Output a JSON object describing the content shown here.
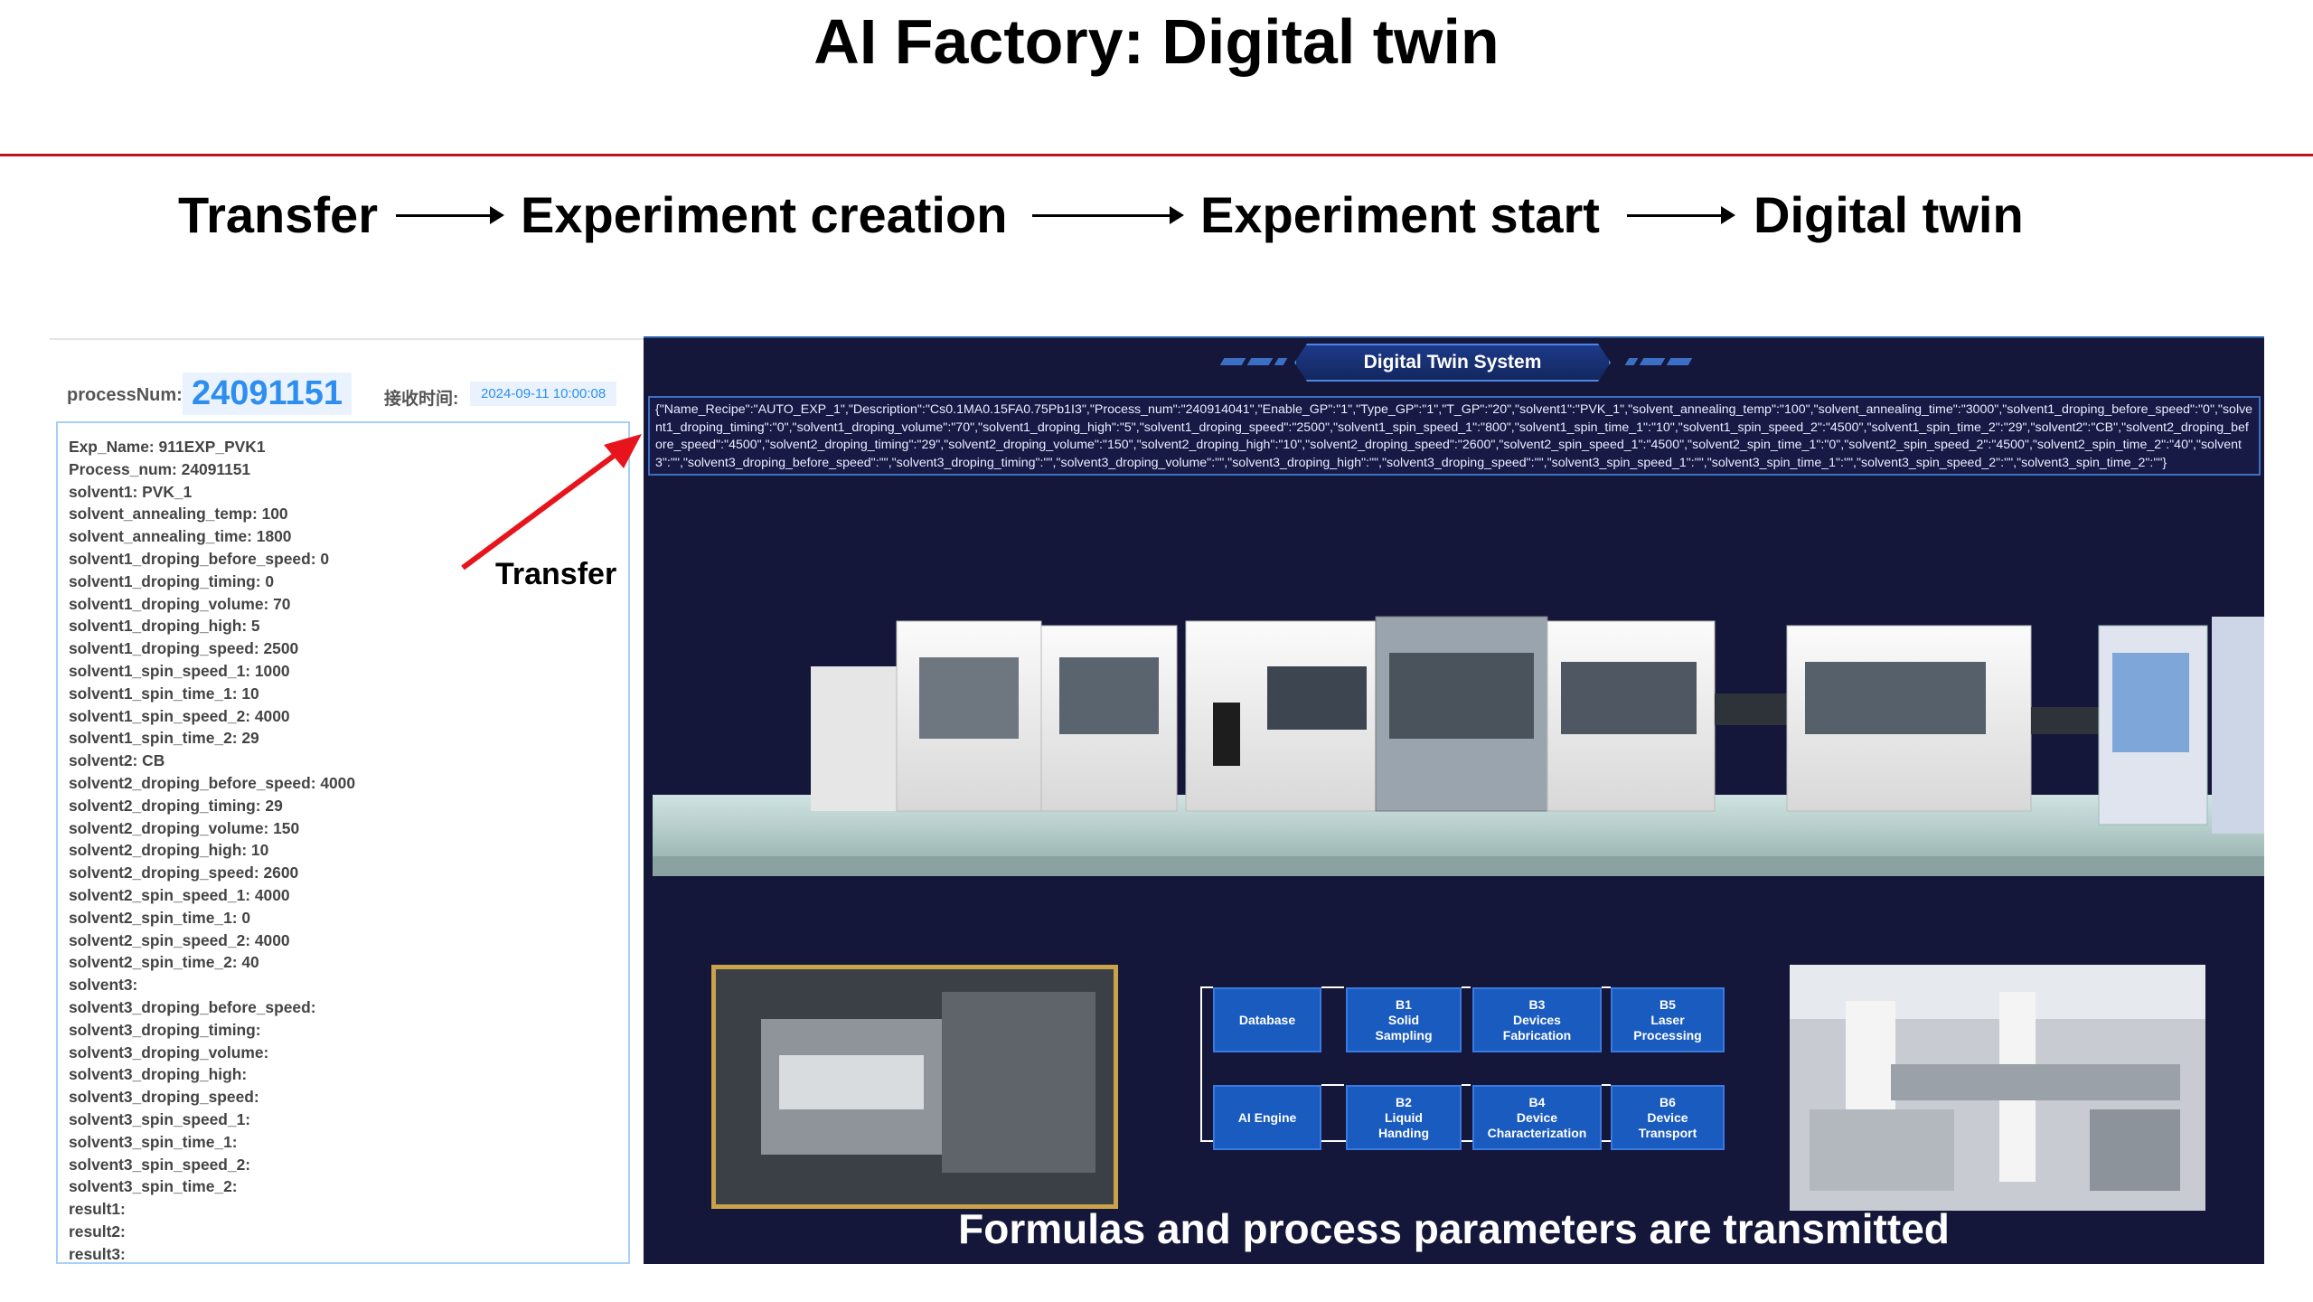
{
  "slide": {
    "title": "AI Factory: Digital twin",
    "flow": [
      "Transfer",
      "Experiment creation",
      "Experiment start",
      "Digital twin"
    ],
    "annotation": "Transfer",
    "caption": "Formulas and process parameters are transmitted"
  },
  "left_panel": {
    "process_num_label": "processNum:",
    "process_num_value": "24091151",
    "receive_time_label": "接收时间:",
    "receive_time_value": "2024-09-11 10:00:08",
    "params": [
      "Exp_Name: 911EXP_PVK1",
      "Process_num: 24091151",
      "solvent1: PVK_1",
      "solvent_annealing_temp: 100",
      "solvent_annealing_time: 1800",
      "solvent1_droping_before_speed: 0",
      "solvent1_droping_timing: 0",
      "solvent1_droping_volume: 70",
      "solvent1_droping_high: 5",
      "solvent1_droping_speed: 2500",
      "solvent1_spin_speed_1: 1000",
      "solvent1_spin_time_1: 10",
      "solvent1_spin_speed_2: 4000",
      "solvent1_spin_time_2: 29",
      "solvent2: CB",
      "solvent2_droping_before_speed: 4000",
      "solvent2_droping_timing: 29",
      "solvent2_droping_volume: 150",
      "solvent2_droping_high: 10",
      "solvent2_droping_speed: 2600",
      "solvent2_spin_speed_1: 4000",
      "solvent2_spin_time_1: 0",
      "solvent2_spin_speed_2: 4000",
      "solvent2_spin_time_2: 40",
      "solvent3:",
      "solvent3_droping_before_speed:",
      "solvent3_droping_timing:",
      "solvent3_droping_volume:",
      "solvent3_droping_high:",
      "solvent3_droping_speed:",
      "solvent3_spin_speed_1:",
      "solvent3_spin_time_1:",
      "solvent3_spin_speed_2:",
      "solvent3_spin_time_2:",
      "result1:",
      "result2:",
      "result3:"
    ]
  },
  "twin_panel": {
    "title": "Digital Twin System",
    "json_text": "{\"Name_Recipe\":\"AUTO_EXP_1\",\"Description\":\"Cs0.1MA0.15FA0.75Pb1I3\",\"Process_num\":\"240914041\",\"Enable_GP\":\"1\",\"Type_GP\":\"1\",\"T_GP\":\"20\",\"solvent1\":\"PVK_1\",\"solvent_annealing_temp\":\"100\",\"solvent_annealing_time\":\"3000\",\"solvent1_droping_before_speed\":\"0\",\"solvent1_droping_timing\":\"0\",\"solvent1_droping_volume\":\"70\",\"solvent1_droping_high\":\"5\",\"solvent1_droping_speed\":\"2500\",\"solvent1_spin_speed_1\":\"800\",\"solvent1_spin_time_1\":\"10\",\"solvent1_spin_speed_2\":\"4500\",\"solvent1_spin_time_2\":\"29\",\"solvent2\":\"CB\",\"solvent2_droping_before_speed\":\"4500\",\"solvent2_droping_timing\":\"29\",\"solvent2_droping_volume\":\"150\",\"solvent2_droping_high\":\"10\",\"solvent2_droping_speed\":\"2600\",\"solvent2_spin_speed_1\":\"4500\",\"solvent2_spin_time_1\":\"0\",\"solvent2_spin_speed_2\":\"4500\",\"solvent2_spin_time_2\":\"40\",\"solvent3\":\"\",\"solvent3_droping_before_speed\":\"\",\"solvent3_droping_timing\":\"\",\"solvent3_droping_volume\":\"\",\"solvent3_droping_high\":\"\",\"solvent3_droping_speed\":\"\",\"solvent3_spin_speed_1\":\"\",\"solvent3_spin_time_1\":\"\",\"solvent3_spin_speed_2\":\"\",\"solvent3_spin_time_2\":\"\"}",
    "flow_boxes": {
      "database": "Database",
      "ai_engine": "AI Engine",
      "b1": [
        "B1",
        "Solid",
        "Sampling"
      ],
      "b2": [
        "B2",
        "Liquid",
        "Handing"
      ],
      "b3": [
        "B3",
        "Devices",
        "Fabrication"
      ],
      "b4": [
        "B4",
        "Device",
        "Characterization"
      ],
      "b5": [
        "B5",
        "Laser",
        "Processing"
      ],
      "b6": [
        "B6",
        "Device",
        "Transport"
      ]
    }
  },
  "colors": {
    "red_rule": "#c0141c",
    "accent_blue": "#2d8ef0",
    "twin_bg": "#14163a",
    "flow_box": "#1a5bbf"
  }
}
